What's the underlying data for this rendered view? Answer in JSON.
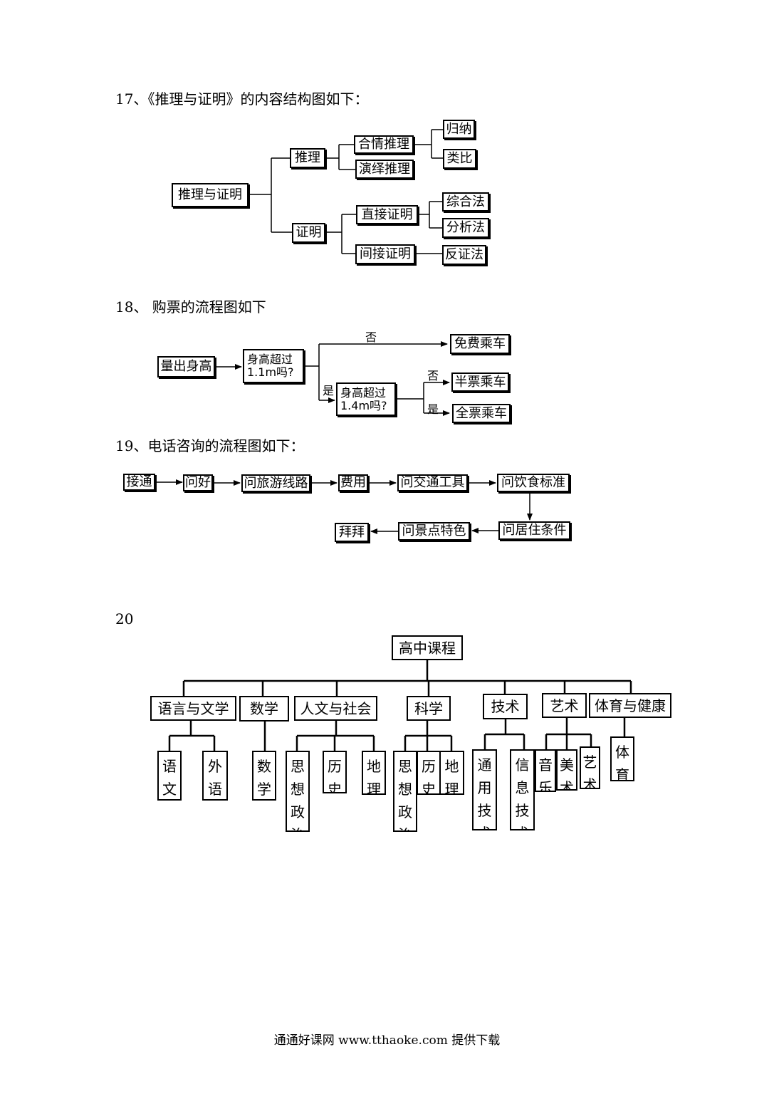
{
  "q17": {
    "heading": "17、《推理与证明》的内容结构图如下：",
    "root": "推理与证明",
    "reasoning": "推理",
    "proof": "证明",
    "plausible": "合情推理",
    "deductive": "演绎推理",
    "induction": "归纳",
    "analogy": "类比",
    "direct": "直接证明",
    "indirect": "间接证明",
    "synthesis": "综合法",
    "analysis": "分析法",
    "contradiction": "反证法"
  },
  "q18": {
    "heading": "18、  购票的流程图如下",
    "measure": "量出身高",
    "check1_line1": "身高超过",
    "check1_line2": "1.1m吗?",
    "check2_line1": "身高超过",
    "check2_line2": "1.4m吗?",
    "free": "免费乘车",
    "half": "半票乘车",
    "full": "全票乘车",
    "no1": "否",
    "yes1": "是",
    "no2": "否",
    "yes2": "是"
  },
  "q19": {
    "heading": "19、电话咨询的流程图如下：",
    "steps": [
      "接通",
      "问好",
      "问旅游线路",
      "费用",
      "问交通工具",
      "问饮食标准",
      "问居住条件",
      "问景点特色",
      "拜拜"
    ]
  },
  "q20": {
    "heading": "20",
    "root": "高中课程",
    "areas": [
      "语言与文学",
      "数学",
      "人文与社会",
      "科学",
      "技术",
      "艺术",
      "体育与健康"
    ],
    "subjects": {
      "chinese": [
        "语",
        "文"
      ],
      "foreign": [
        "外",
        "语"
      ],
      "math": [
        "数",
        "学"
      ],
      "politics1": [
        "思",
        "想",
        "政",
        "治"
      ],
      "history1": [
        "历",
        "史"
      ],
      "geography1": [
        "地",
        "理"
      ],
      "politics2": [
        "思",
        "想",
        "政",
        "治"
      ],
      "history2": [
        "历",
        "史"
      ],
      "geography2": [
        "地",
        "理"
      ],
      "general_tech": [
        "通",
        "用",
        "技",
        "术"
      ],
      "info_tech": [
        "信",
        "息",
        "技",
        "术"
      ],
      "music": [
        "音",
        "乐"
      ],
      "fine_arts": [
        "美",
        "术"
      ],
      "arts": [
        "艺",
        "术"
      ],
      "pe": [
        "体",
        "育"
      ]
    }
  },
  "footer": "通通好课网  www.tthaoke.com  提供下载"
}
